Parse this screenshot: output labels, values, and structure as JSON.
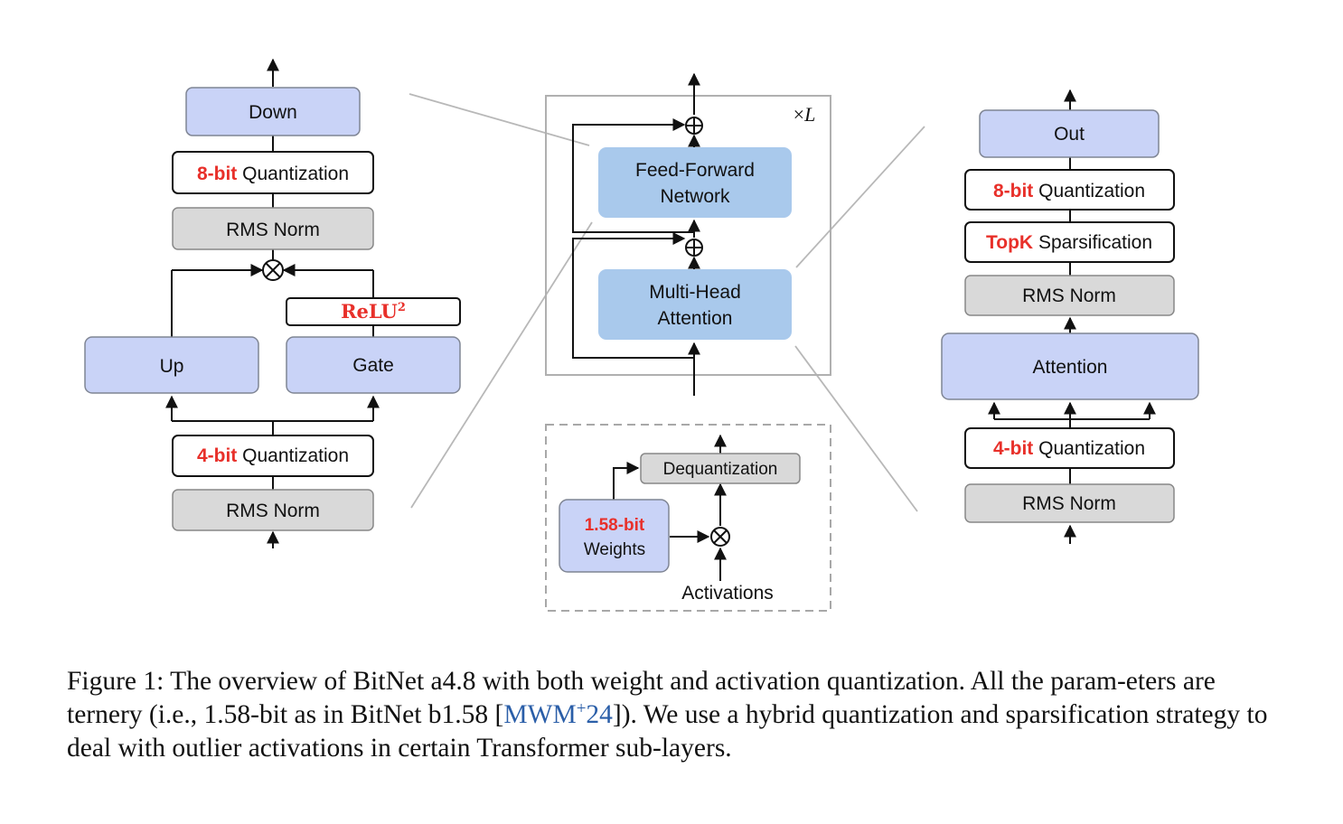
{
  "left": {
    "down": "Down",
    "quant_top": {
      "bits": "8-bit",
      "word": "Quantization"
    },
    "rms_top": "RMS Norm",
    "relu": {
      "base": "ReLU",
      "exp": "2"
    },
    "up": "Up",
    "gate": "Gate",
    "quant_bottom": {
      "bits": "4-bit",
      "word": "Quantization"
    },
    "rms_bottom": "RMS Norm"
  },
  "center": {
    "repeat": {
      "times": "×",
      "var": "L"
    },
    "ffn": {
      "line1": "Feed-Forward",
      "line2": "Network"
    },
    "mha": {
      "line1": "Multi-Head",
      "line2": "Attention"
    },
    "dequant": "Dequantization",
    "weights": {
      "bits": "1.58-bit",
      "word": "Weights"
    },
    "activations": "Activations"
  },
  "right": {
    "out": "Out",
    "quant_top": {
      "bits": "8-bit",
      "word": "Quantization"
    },
    "topk": {
      "bits": "TopK",
      "word": "Sparsification"
    },
    "rms_top": "RMS Norm",
    "attention": "Attention",
    "quant_bottom": {
      "bits": "4-bit",
      "word": "Quantization"
    },
    "rms_bottom": "RMS Norm"
  },
  "caption": {
    "part1": "Figure 1: The overview of BitNet a4.8 with both weight and activation quantization. All the param-eters are ternery (i.e., 1.58-bit as in BitNet b1.58 [",
    "cite_main": "MWM",
    "cite_sup": "+",
    "cite_year": "24",
    "part2": "]). We use a hybrid quantization and sparsification strategy to deal with outlier activations in certain Transformer sub-layers."
  },
  "colors": {
    "blue_box": "#c9d3f7",
    "blue_box_center": "#a9c9ec",
    "gray_box": "#d9d9d9",
    "highlight_red": "#e8302a",
    "citation_blue": "#2a5ea8"
  }
}
